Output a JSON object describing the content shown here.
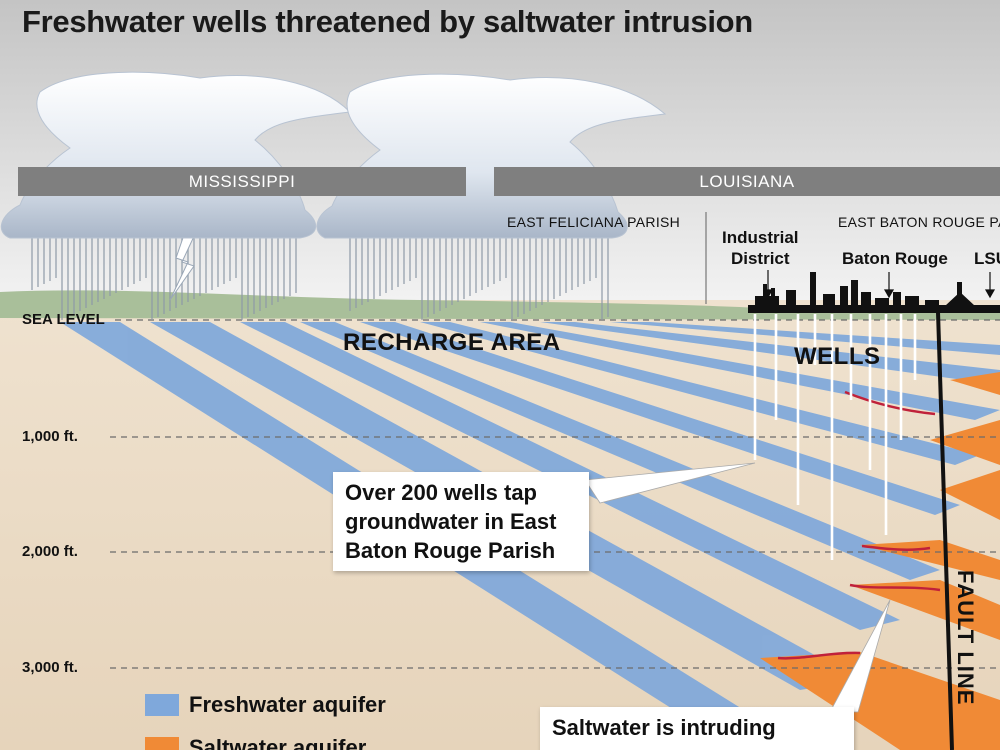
{
  "title": "Freshwater wells threatened by saltwater intrusion",
  "states": {
    "left": "MISSISSIPPI",
    "right": "LOUISIANA"
  },
  "parishes": {
    "east_feliciana": "EAST FELICIANA PARISH",
    "east_baton_rouge": "EAST BATON ROUGE PA"
  },
  "places": {
    "industrial_district": "Industrial\nDistrict",
    "baton_rouge": "Baton Rouge",
    "lsu": "LSU"
  },
  "depths": [
    "SEA LEVEL",
    "1,000 ft.",
    "2,000 ft.",
    "3,000 ft."
  ],
  "labels": {
    "recharge_area": "RECHARGE AREA",
    "wells": "WELLS",
    "fault_line": "FAULT LINE"
  },
  "callouts": {
    "wells_note": "Over 200 wells tap\ngroundwater in East\nBaton Rouge Parish",
    "saltwater_note": "Saltwater is intruding"
  },
  "legend": [
    {
      "label": "Freshwater aquifer",
      "color": "#7fa8db"
    },
    {
      "label": "Saltwater aquifer",
      "color": "#f08a36"
    }
  ],
  "colors": {
    "sky_top": "#c9c9c9",
    "ground": "#ede0cc",
    "freshwater": "#7fa8db",
    "saltwater": "#f08a36",
    "intrusion_front": "#c0213a",
    "state_bar": "#7f7f7f"
  }
}
